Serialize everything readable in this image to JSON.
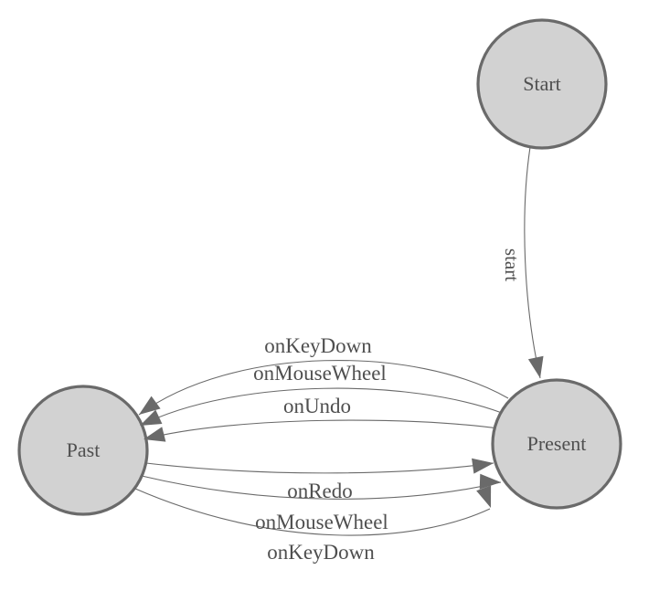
{
  "diagram_type": "finite-state-machine",
  "palette": {
    "background": "#ffffff",
    "node_fill": "#d2d2d2",
    "node_stroke": "#6a6a6a",
    "edge_color": "#6a6a6a",
    "arrow_color": "#6a6a6a",
    "label_color": "#4f4f4f"
  },
  "nodes": {
    "start": {
      "label": "Start"
    },
    "past": {
      "label": "Past"
    },
    "present": {
      "label": "Present"
    }
  },
  "edges": {
    "start_to_present": {
      "from": "Start",
      "to": "Present",
      "label": "start"
    },
    "present_to_past": [
      {
        "from": "Present",
        "to": "Past",
        "label": "onKeyDown"
      },
      {
        "from": "Present",
        "to": "Past",
        "label": "onMouseWheel"
      },
      {
        "from": "Present",
        "to": "Past",
        "label": "onUndo"
      }
    ],
    "past_to_present": [
      {
        "from": "Past",
        "to": "Present",
        "label": "onRedo"
      },
      {
        "from": "Past",
        "to": "Present",
        "label": "onMouseWheel"
      },
      {
        "from": "Past",
        "to": "Present",
        "label": "onKeyDown"
      }
    ]
  }
}
